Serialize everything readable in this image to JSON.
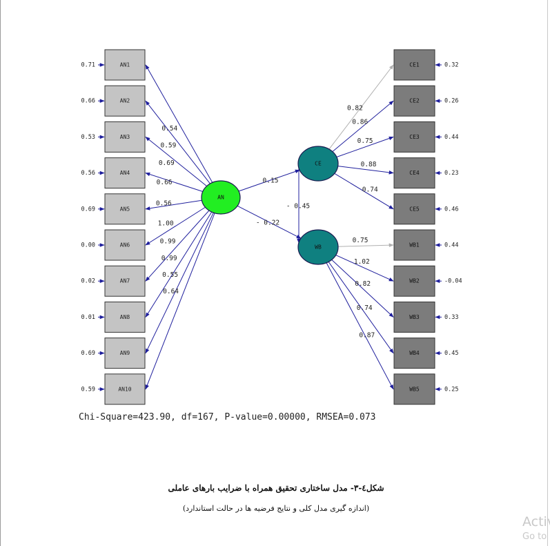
{
  "diagram": {
    "left_indicators": [
      {
        "label": "AN1",
        "error": "0.71",
        "loading": "0.54"
      },
      {
        "label": "AN2",
        "error": "0.66",
        "loading": "0.59"
      },
      {
        "label": "AN3",
        "error": "0.53",
        "loading": "0.69"
      },
      {
        "label": "AN4",
        "error": "0.56",
        "loading": "0.66"
      },
      {
        "label": "AN5",
        "error": "0.69",
        "loading": "0.56"
      },
      {
        "label": "AN6",
        "error": "0.00",
        "loading": "1.00"
      },
      {
        "label": "AN7",
        "error": "0.02",
        "loading": "0.99"
      },
      {
        "label": "AN8",
        "error": "0.01",
        "loading": "0.99"
      },
      {
        "label": "AN9",
        "error": "0.69",
        "loading": "0.55"
      },
      {
        "label": "AN10",
        "error": "0.59",
        "loading": "0.64"
      }
    ],
    "right_indicators_ce": [
      {
        "label": "CE1",
        "error": "0.32",
        "loading": "0.82"
      },
      {
        "label": "CE2",
        "error": "0.26",
        "loading": "0.86"
      },
      {
        "label": "CE3",
        "error": "0.44",
        "loading": "0.75"
      },
      {
        "label": "CE4",
        "error": "0.23",
        "loading": "0.88"
      },
      {
        "label": "CE5",
        "error": "0.46",
        "loading": "0.74"
      }
    ],
    "right_indicators_wb": [
      {
        "label": "WB1",
        "error": "0.44",
        "loading": "0.75"
      },
      {
        "label": "WB2",
        "error": "-0.04",
        "loading": "1.02"
      },
      {
        "label": "WB3",
        "error": "0.33",
        "loading": "0.82"
      },
      {
        "label": "WB4",
        "error": "0.45",
        "loading": "0.74"
      },
      {
        "label": "WB5",
        "error": "0.25",
        "loading": "0.87"
      }
    ],
    "latents": {
      "an": {
        "label": "AN",
        "color": "#22ee22"
      },
      "ce": {
        "label": "CE",
        "color": "#0f8080"
      },
      "wb": {
        "label": "WB",
        "color": "#0f8080"
      }
    },
    "paths": {
      "an_ce": "0.15",
      "an_wb": "- 0.22",
      "ce_wb": "- 0.45"
    },
    "colors": {
      "left_box": "#c4c4c4",
      "right_box": "#7c7c7c",
      "arrow": "#1e1e9c",
      "faint_arrow": "#b0b0b0"
    }
  },
  "fit_stats": "Chi-Square=423.90, df=167, P-value=0.00000, RMSEA=0.073",
  "caption": {
    "title": "شکل٤-٣- مدل ساختاری تحقیق همراه با ضرایب بارهای عاملی",
    "subtitle": "(اندازه گیری مدل کلی و نتایج فرضیه ها در حالت استاندارد)"
  },
  "watermark": {
    "line1": "Activate Windows",
    "line2": "Go to Settings to activate Windows."
  }
}
